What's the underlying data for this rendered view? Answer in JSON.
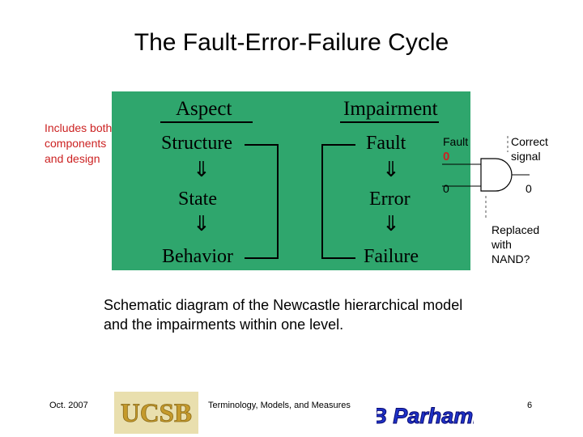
{
  "slide": {
    "title": "The Fault-Error-Failure Cycle",
    "side_note": [
      "Includes both",
      "components",
      "and design"
    ],
    "caption": [
      "Schematic diagram of the Newcastle hierarchical model",
      "and the impairments within one level."
    ]
  },
  "diagram": {
    "left_heading": "Aspect",
    "right_heading": "Impairment",
    "left_column": [
      "Structure",
      "State",
      "Behavior"
    ],
    "right_column": [
      "Fault",
      "Error",
      "Failure"
    ],
    "arrow_glyph": "⇓",
    "background_color": "#2fa66d"
  },
  "gate": {
    "fault_label": "Fault",
    "fault_value": "0",
    "input2_value": "0",
    "correct_label": [
      "Correct",
      "signal"
    ],
    "output_value": "0",
    "replaced_label": [
      "Replaced",
      "with",
      "NAND?"
    ]
  },
  "footer": {
    "date": "Oct. 2007",
    "logo_text": "UCSB",
    "center": "Terminology, Models, and Measures",
    "signature": "B Parhami",
    "page": "6"
  }
}
